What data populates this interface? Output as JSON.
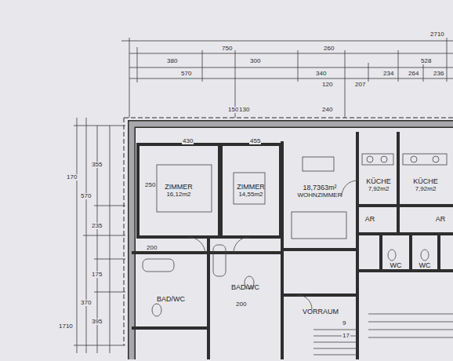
{
  "diagram": {
    "nodes": [
      {
        "text": [
          "ZIMMER",
          "16,12m2"
        ]
      },
      {
        "text": [
          "ZIMMER",
          "14,55m2"
        ]
      },
      {
        "text": [
          "18,7363m²",
          "WOHNZIMMER"
        ]
      },
      {
        "text": [
          "BAD/WC"
        ]
      },
      {
        "text": [
          "BAD/WC"
        ]
      },
      {
        "text": [
          "KÜCHE",
          "7,92m2"
        ]
      },
      {
        "text": [
          "KÜCHE",
          "7,92m2"
        ]
      },
      {
        "text": [
          "VORRAUM"
        ]
      },
      {
        "text": [
          "WC"
        ]
      },
      {
        "text": [
          "WC"
        ]
      },
      {
        "text": [
          "AR"
        ]
      },
      {
        "text": [
          "AR"
        ]
      }
    ],
    "labels": [
      "380",
      "750",
      "570",
      "300",
      "340",
      "260",
      "120",
      "207",
      "234",
      "264",
      "236",
      "528",
      "2710",
      "170",
      "570",
      "355",
      "235",
      "175",
      "370",
      "395",
      "1710",
      "430",
      "250",
      "455",
      "150",
      "130",
      "240",
      "9",
      "17",
      "200",
      "200"
    ]
  }
}
